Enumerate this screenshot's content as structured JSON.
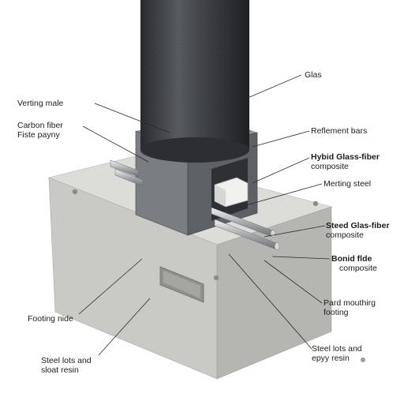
{
  "labels": {
    "glass": "Glas",
    "venting_male": "Verting male",
    "carbon_fiber": {
      "line1": "Carbon fiber",
      "line2": "Fiste payny"
    },
    "reinforcement_bars": "Reflement bars",
    "hybrid_glass_fiber": {
      "line1": "Hybid Glass-fiber",
      "line2": "composite"
    },
    "venting_steel": "Merting steel",
    "steel_glass_fiber": {
      "line1": "Steed Glas-fiber",
      "line2": "composite"
    },
    "bond_fiber": {
      "line1": "Bonid flde",
      "line2": "composite"
    },
    "footing_side": "Footing nide",
    "pad_mounting": {
      "line1": "Pard mouthirg",
      "line2": "footing"
    },
    "steel_bolts_left": {
      "line1": "Steel lots and",
      "line2": "sloat resin"
    },
    "steel_bolts_right": {
      "line1": "Steel lots and",
      "line2": "epyy resin"
    }
  },
  "colors": {
    "concrete_top": "#dcdcd9",
    "concrete_left": "#c9c9c6",
    "concrete_right": "#b5b5b2",
    "column": "#3a3c3f",
    "bracket": "#6d7176",
    "leader": "#2a2a2a"
  }
}
